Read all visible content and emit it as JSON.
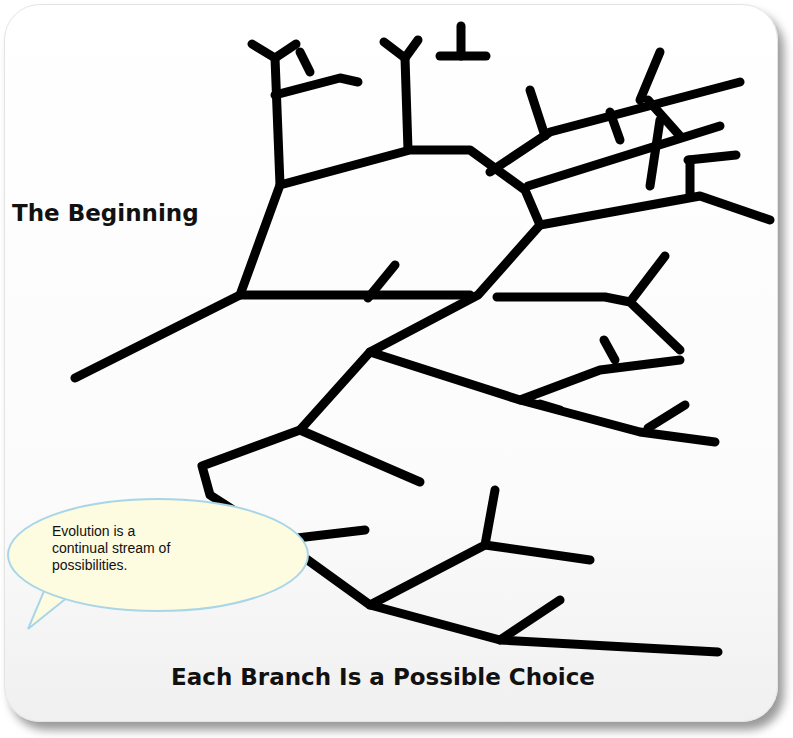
{
  "diagram": {
    "caption": "Each Branch Is a Possible Choice",
    "nodes": [
      {
        "text": [
          "Evolution is a continual stream of possibilities."
        ]
      }
    ],
    "labels": [
      "The Beginning"
    ]
  }
}
